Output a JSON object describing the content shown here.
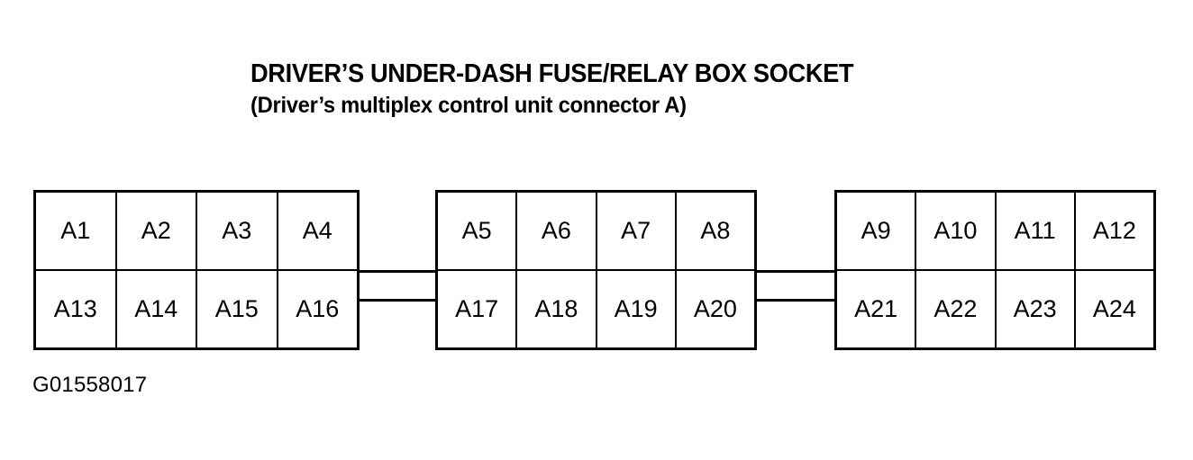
{
  "title": {
    "main": "DRIVER’S UNDER-DASH FUSE/RELAY BOX SOCKET",
    "sub": "(Driver’s multiplex control unit connector A)"
  },
  "figure_id": "G01558017",
  "colors": {
    "ink": "#000000",
    "background": "#ffffff"
  },
  "diagram": {
    "type": "connector-pinout",
    "blocks": [
      {
        "name": "block-1",
        "top_row": [
          "A1",
          "A2",
          "A3",
          "A4"
        ],
        "bottom_row": [
          "A13",
          "A14",
          "A15",
          "A16"
        ]
      },
      {
        "name": "block-2",
        "top_row": [
          "A5",
          "A6",
          "A7",
          "A8"
        ],
        "bottom_row": [
          "A17",
          "A18",
          "A19",
          "A20"
        ]
      },
      {
        "name": "block-3",
        "top_row": [
          "A9",
          "A10",
          "A11",
          "A12"
        ],
        "bottom_row": [
          "A21",
          "A22",
          "A23",
          "A24"
        ]
      }
    ],
    "bridges": [
      {
        "name": "bridge-1-2",
        "lines": 2
      },
      {
        "name": "bridge-2-3",
        "lines": 2
      }
    ]
  }
}
